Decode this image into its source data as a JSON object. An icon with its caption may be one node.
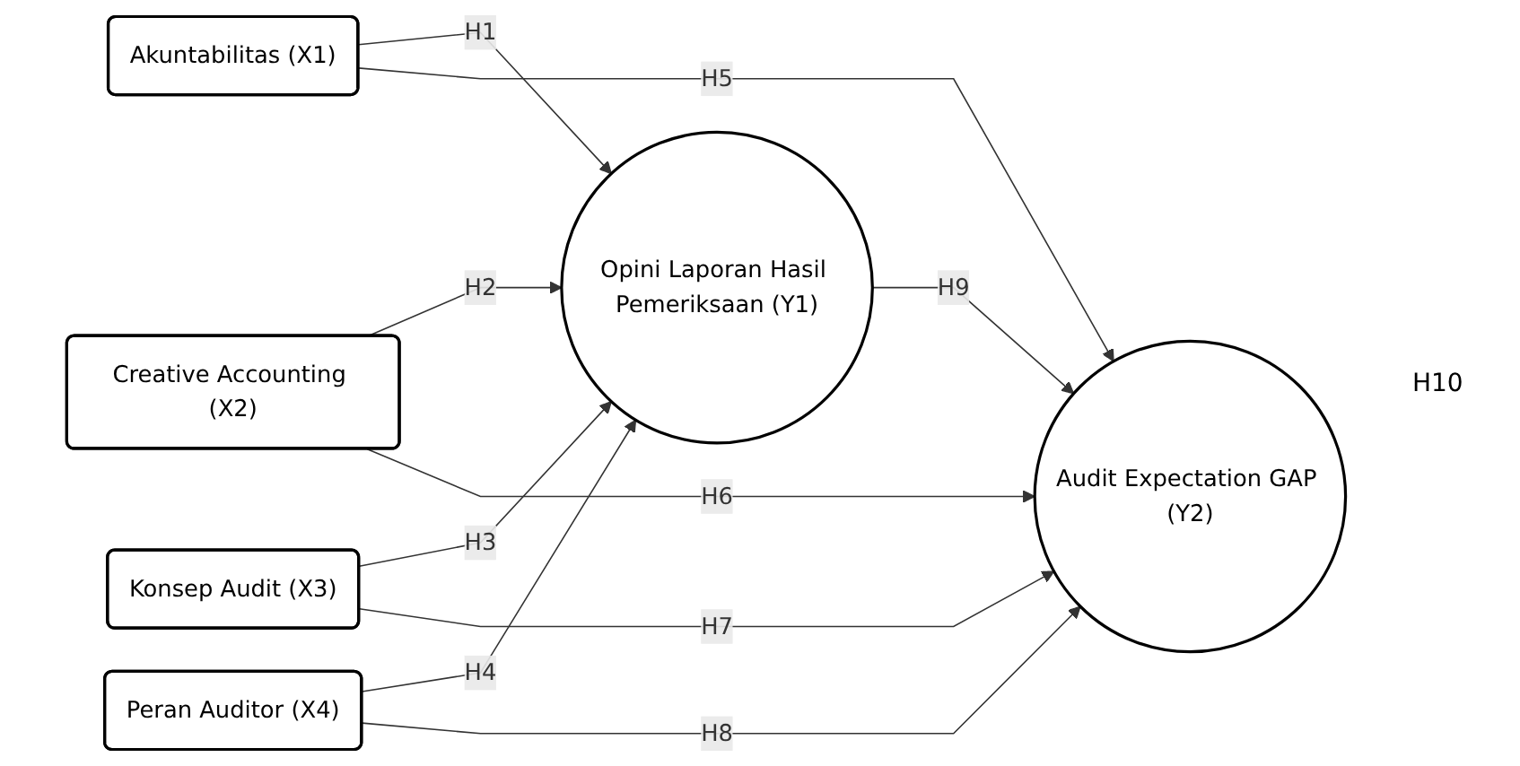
{
  "diagram": {
    "nodes": [
      {
        "text": [
          "Akuntabilitas (X1)"
        ]
      },
      {
        "text": [
          "Creative Accounting (X2)"
        ]
      },
      {
        "text": [
          "Konsep Audit (X3)"
        ]
      },
      {
        "text": [
          "Peran Auditor (X4)"
        ]
      },
      {
        "text": [
          "Opini Laporan Hasil Pemeriksaan (Y1)"
        ]
      },
      {
        "text": [
          "Audit Expectation GAP (Y2)"
        ]
      }
    ],
    "edges": [
      {
        "from": 0,
        "to": 4,
        "arrow": "to",
        "label": "H1"
      },
      {
        "from": 1,
        "to": 4,
        "arrow": "to",
        "label": "H2"
      },
      {
        "from": 2,
        "to": 4,
        "arrow": "to",
        "label": "H3"
      },
      {
        "from": 3,
        "to": 4,
        "arrow": "to",
        "label": "H4"
      },
      {
        "from": 0,
        "to": 5,
        "arrow": "to",
        "label": "H5"
      },
      {
        "from": 1,
        "to": 5,
        "arrow": "to",
        "label": "H6"
      },
      {
        "from": 2,
        "to": 5,
        "arrow": "to",
        "label": "H7"
      },
      {
        "from": 3,
        "to": 5,
        "arrow": "to",
        "label": "H8"
      },
      {
        "from": 4,
        "to": 5,
        "arrow": "to",
        "label": "H9"
      }
    ],
    "labels": [
      "H10"
    ]
  }
}
